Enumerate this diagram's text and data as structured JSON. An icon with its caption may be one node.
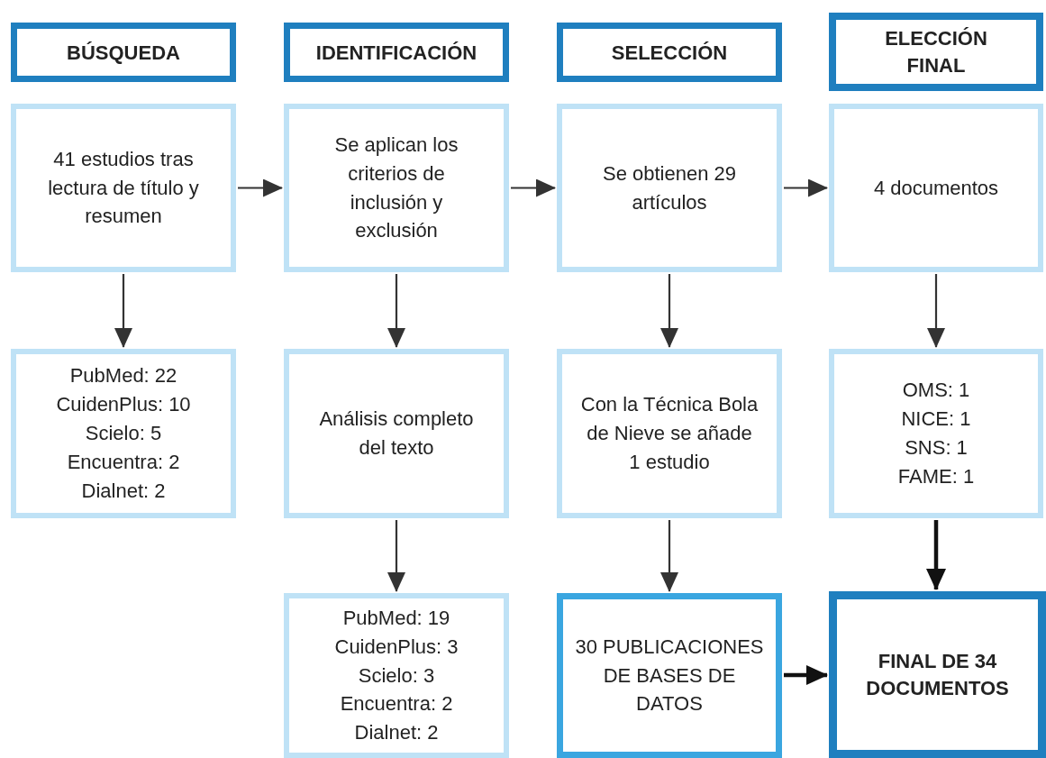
{
  "diagram": {
    "nodes": [
      {
        "text": [
          "BÚSQUEDA"
        ]
      },
      {
        "text": [
          "IDENTIFICACIÓN"
        ]
      },
      {
        "text": [
          "SELECCIÓN"
        ]
      },
      {
        "text": [
          "ELECCIÓN FINAL"
        ]
      },
      {
        "text": [
          "41 estudios tras lectura de título y resumen"
        ]
      },
      {
        "text": [
          "Se aplican los criterios de inclusión y exclusión"
        ]
      },
      {
        "text": [
          "Se obtienen 29 artículos"
        ]
      },
      {
        "text": [
          "4 documentos"
        ]
      },
      {
        "text": [
          "PubMed: 22",
          "CuidenPlus: 10",
          "Scielo: 5",
          "Encuentra: 2",
          "Dialnet: 2"
        ]
      },
      {
        "text": [
          "Análisis completo del texto"
        ]
      },
      {
        "text": [
          "Con la Técnica Bola de Nieve se añade 1 estudio"
        ]
      },
      {
        "text": [
          "OMS: 1",
          "NICE: 1",
          "SNS: 1",
          "FAME: 1"
        ]
      },
      {
        "text": [
          "PubMed: 19",
          "CuidenPlus: 3",
          "Scielo: 3",
          "Encuentra: 2",
          "Dialnet: 2"
        ]
      },
      {
        "text": [
          "30 PUBLICACIONES DE BASES DE DATOS"
        ]
      },
      {
        "text": [
          "FINAL DE 34 DOCUMENTOS"
        ]
      }
    ],
    "edges": [
      {
        "from": 4,
        "to": 5,
        "arrow": "to"
      },
      {
        "from": 5,
        "to": 6,
        "arrow": "to"
      },
      {
        "from": 6,
        "to": 7,
        "arrow": "to"
      },
      {
        "from": 4,
        "to": 8,
        "arrow": "to"
      },
      {
        "from": 5,
        "to": 9,
        "arrow": "to"
      },
      {
        "from": 6,
        "to": 10,
        "arrow": "to"
      },
      {
        "from": 7,
        "to": 11,
        "arrow": "to"
      },
      {
        "from": 9,
        "to": 12,
        "arrow": "to"
      },
      {
        "from": 10,
        "to": 13,
        "arrow": "to"
      },
      {
        "from": 11,
        "to": 14,
        "arrow": "to",
        "style": "thick"
      },
      {
        "from": 13,
        "to": 14,
        "arrow": "to",
        "style": "thick"
      }
    ]
  }
}
